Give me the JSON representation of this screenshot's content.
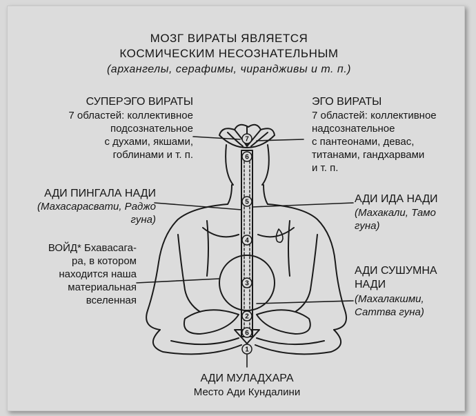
{
  "title": {
    "line1": "МОЗГ ВИРАТЫ ЯВЛЯЕТСЯ",
    "line2": "КОСМИЧЕСКИМ НЕСОЗНАТЕЛЬНЫМ",
    "line3": "(архангелы, серафимы, чирандживы и т. п.)"
  },
  "superego": {
    "head": "СУПЕРЭГО ВИРАТЫ",
    "l1": "7 областей: коллективное",
    "l2": "подсознательное",
    "l3": "с духами, якшами,",
    "l4": "гоблинами и т. п."
  },
  "ego": {
    "head": "ЭГО ВИРАТЫ",
    "l1": "7 областей: коллективное",
    "l2": "надсознательное",
    "l3": "с пантеонами, девас,",
    "l4": "титанами, гандхарвами",
    "l5": "и т. п."
  },
  "pingala": {
    "head": "АДИ ПИНГАЛА НАДИ",
    "l1": "(Махасарасвати, Раджо",
    "l2": "гуна)"
  },
  "ida": {
    "head": "АДИ ИДА НАДИ",
    "l1": "(Махакали, Тамо",
    "l2": "гуна)"
  },
  "void": {
    "l1": "ВОЙД* Бхавасага-",
    "l2": "ра, в котором",
    "l3": "находится наша",
    "l4": "материальная",
    "l5": "вселенная"
  },
  "sushumna": {
    "l1": "АДИ СУШУМНА",
    "l2": "НАДИ",
    "l3": "(Махалакшми,",
    "l4": "Саттва гуна)"
  },
  "muladhara": {
    "head": "АДИ МУЛАДХАРА",
    "sub": "Место Ади Кундалини"
  },
  "chakras": [
    "7",
    "6",
    "5",
    "4",
    "3",
    "2",
    "6",
    "1"
  ]
}
